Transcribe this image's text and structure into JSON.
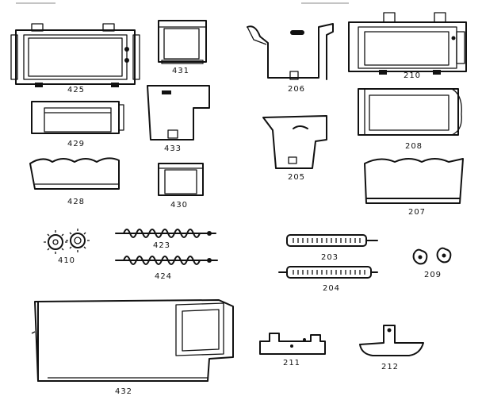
{
  "parts": [
    {
      "key": "p425",
      "label": "425"
    },
    {
      "key": "p431",
      "label": "431"
    },
    {
      "key": "p206",
      "label": "206"
    },
    {
      "key": "p210",
      "label": "210"
    },
    {
      "key": "p429",
      "label": "429"
    },
    {
      "key": "p433",
      "label": "433"
    },
    {
      "key": "p208",
      "label": "208"
    },
    {
      "key": "p205",
      "label": "205"
    },
    {
      "key": "p428",
      "label": "428"
    },
    {
      "key": "p430",
      "label": "430"
    },
    {
      "key": "p207",
      "label": "207"
    },
    {
      "key": "p410",
      "label": "410"
    },
    {
      "key": "p423",
      "label": "423"
    },
    {
      "key": "p424",
      "label": "424"
    },
    {
      "key": "p203",
      "label": "203"
    },
    {
      "key": "p204",
      "label": "204"
    },
    {
      "key": "p209",
      "label": "209"
    },
    {
      "key": "p432",
      "label": "432"
    },
    {
      "key": "p211",
      "label": "211"
    },
    {
      "key": "p212",
      "label": "212"
    }
  ]
}
